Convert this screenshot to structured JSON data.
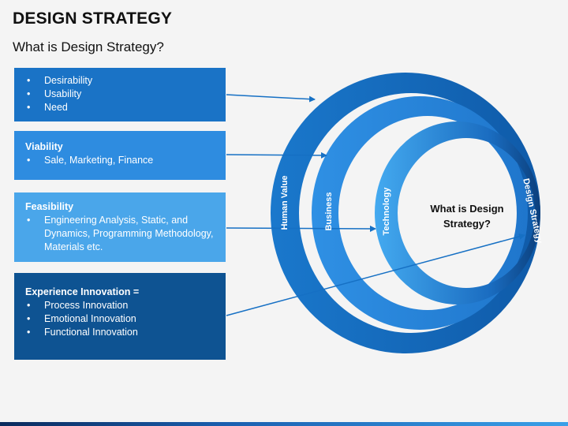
{
  "title": "DESIGN STRATEGY",
  "subtitle": "What is Design Strategy?",
  "boxes": {
    "desirability": {
      "items": [
        "Desirability",
        "Usability",
        "Need"
      ]
    },
    "viability": {
      "heading": "Viability",
      "items": [
        "Sale, Marketing, Finance"
      ]
    },
    "feasibility": {
      "heading": "Feasibility",
      "items": [
        "Engineering Analysis, Static, and Dynamics, Programming Methodology, Materials etc."
      ]
    },
    "experience": {
      "heading": "Experience Innovation =",
      "items": [
        "Process Innovation",
        "Emotional Innovation",
        "Functional Innovation"
      ]
    }
  },
  "rings": {
    "human_value": "Human Value",
    "business": "Business",
    "technology": "Technology",
    "design_strategy": "Design Strategy",
    "center_line1": "What is Design",
    "center_line2": "Strategy?"
  },
  "colors": {
    "outer_ring": "#1670c4",
    "middle_ring": "#2f8fe2",
    "inner_ring": "#3aa1ec",
    "arrow": "#1670c4"
  }
}
